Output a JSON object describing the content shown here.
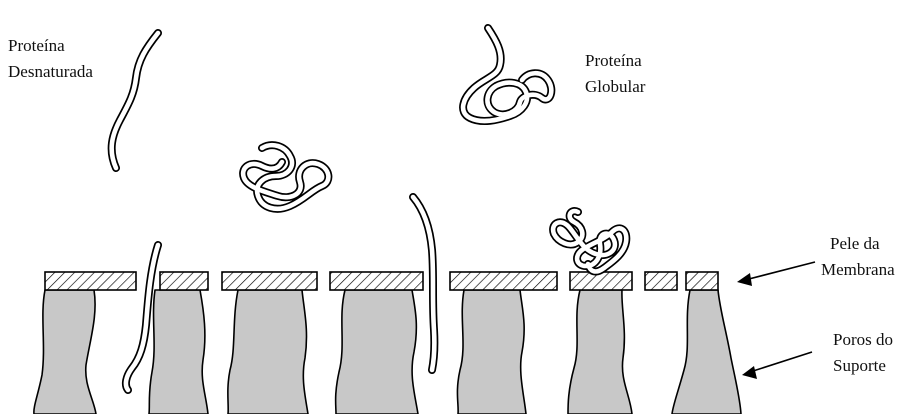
{
  "labels": {
    "denatured_line1": "Proteína",
    "denatured_line2": "Desnaturada",
    "globular_line1": "Proteína",
    "globular_line2": "Globular",
    "skin_line1": "Pele da",
    "skin_line2": "Membrana",
    "pores_line1": "Poros do",
    "pores_line2": "Suporte"
  },
  "colors": {
    "pore_fill": "#c8c8c8",
    "outline": "#000000",
    "background": "#ffffff"
  }
}
